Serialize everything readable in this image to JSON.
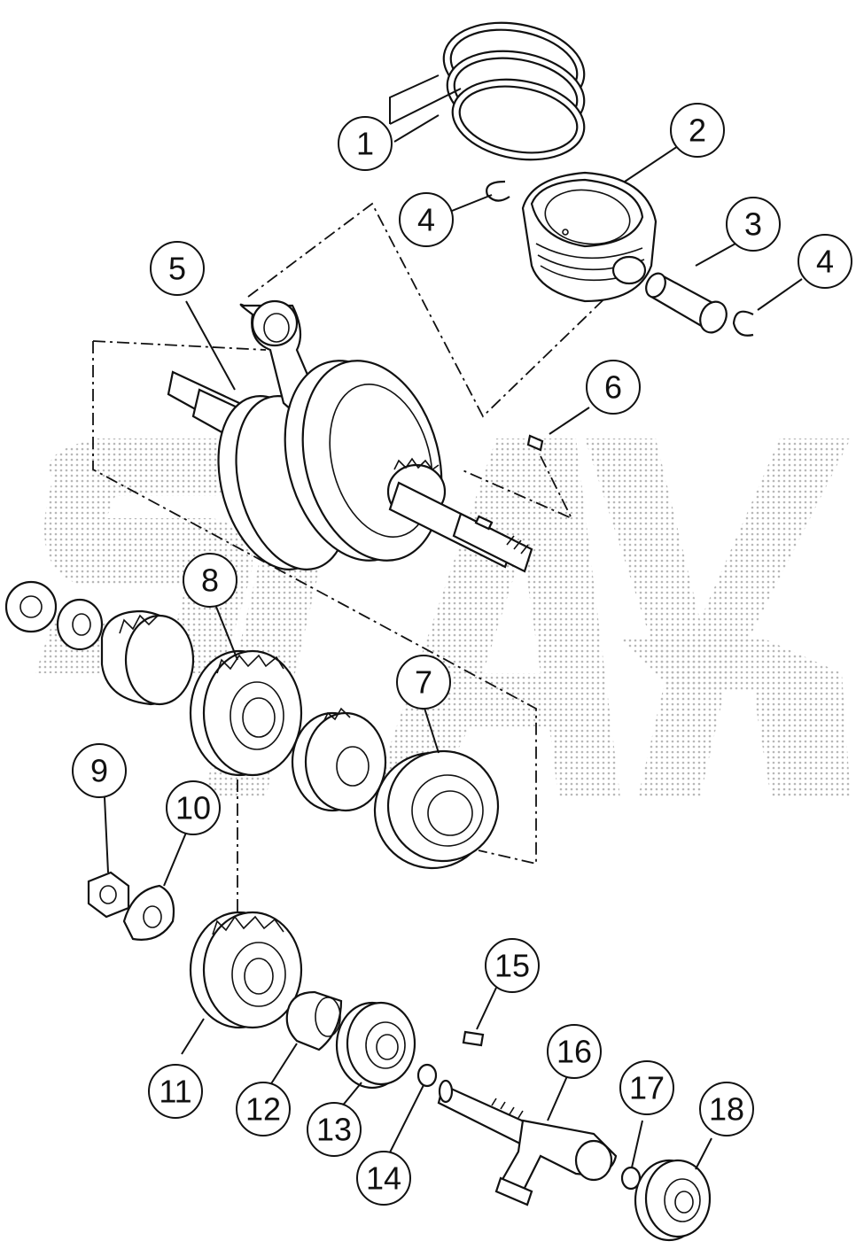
{
  "watermark_color": "#b8b8b8",
  "line_color": "#111111",
  "callouts": [
    {
      "id": "1",
      "label": "1"
    },
    {
      "id": "2",
      "label": "2"
    },
    {
      "id": "3",
      "label": "3"
    },
    {
      "id": "4a",
      "label": "4"
    },
    {
      "id": "4b",
      "label": "4"
    },
    {
      "id": "5",
      "label": "5"
    },
    {
      "id": "6",
      "label": "6"
    },
    {
      "id": "7",
      "label": "7"
    },
    {
      "id": "8",
      "label": "8"
    },
    {
      "id": "9",
      "label": "9"
    },
    {
      "id": "10",
      "label": "10"
    },
    {
      "id": "11",
      "label": "11"
    },
    {
      "id": "12",
      "label": "12"
    },
    {
      "id": "13",
      "label": "13"
    },
    {
      "id": "14",
      "label": "14"
    },
    {
      "id": "15",
      "label": "15"
    },
    {
      "id": "16",
      "label": "16"
    },
    {
      "id": "17",
      "label": "17"
    },
    {
      "id": "18",
      "label": "18"
    }
  ]
}
